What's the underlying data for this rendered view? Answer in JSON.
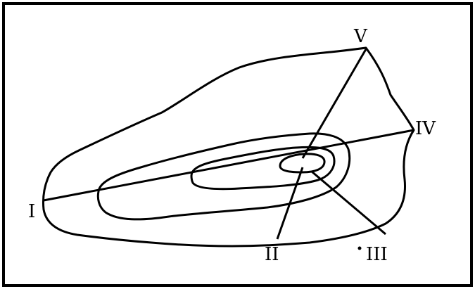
{
  "diagram": {
    "labels": {
      "i": "I",
      "ii": "II",
      "iii": "III",
      "iv": "IV",
      "v": "V"
    },
    "colors": {
      "ink": "#000000",
      "background": "#ffffff"
    }
  }
}
